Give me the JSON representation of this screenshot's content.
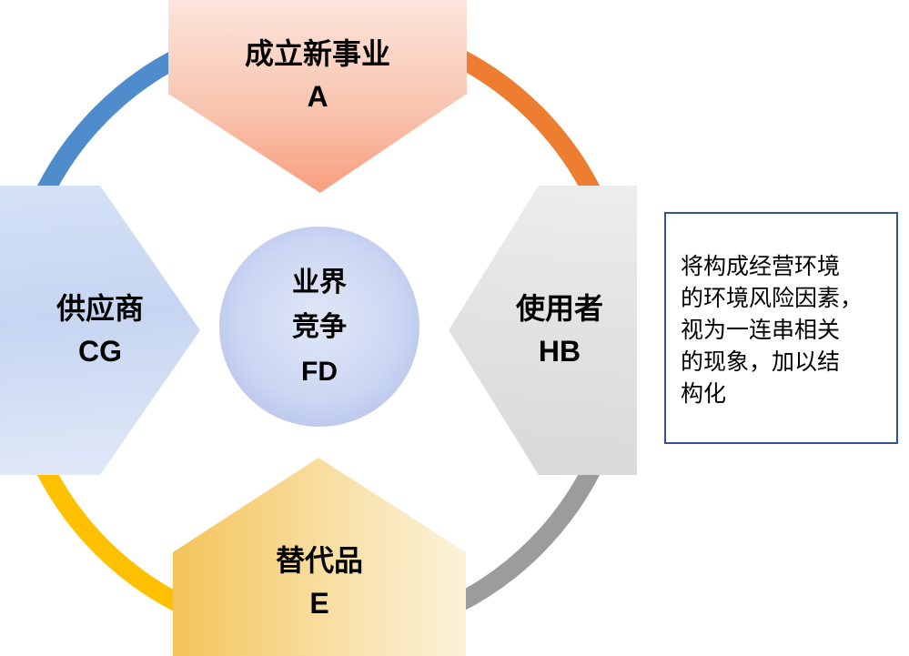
{
  "diagram": {
    "title": "five-forces-style-diagram",
    "nodes": {
      "top": {
        "label": "成立新事业",
        "letter": "A"
      },
      "left": {
        "label": "供应商",
        "letter": "CG"
      },
      "right": {
        "label": "使用者",
        "letter": "HB"
      },
      "bottom": {
        "label": "替代品",
        "letter": "E"
      },
      "center": {
        "line1": "业界",
        "line2": "竞争",
        "letter": "FD"
      }
    },
    "ring": {
      "top_left_color": "#4E8CCB",
      "top_right_color": "#ED7D31",
      "bottom_right_color": "#9C9C9C",
      "bottom_left_color": "#FFC000"
    },
    "shape_colors": {
      "top_gradient_start": "#FCE5DC",
      "top_gradient_end": "#F89E7F",
      "left_gradient_start": "#D4E1F6",
      "left_gradient_end": "#E2EAF9",
      "right_gradient_start": "#EDEDED",
      "right_gradient_end": "#D8D8D8",
      "bottom_gradient_start": "#F4C35A",
      "bottom_gradient_end": "#FBF2DA",
      "center_gradient_start": "#E0E7F7",
      "center_gradient_end": "#A9B7E7"
    },
    "note": {
      "border_color": "#2F5496",
      "text": "将构成经营环境的环境风险因素，视为一连串相关的现象，加以结构化",
      "lines": [
        "将构成经营环境",
        "的环境风险因素，",
        "视为一连串相关",
        "的现象，加以结",
        "构化"
      ]
    }
  }
}
